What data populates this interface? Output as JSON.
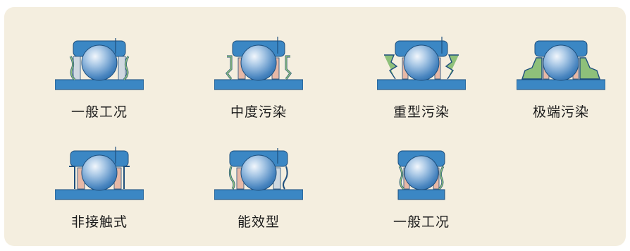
{
  "colors": {
    "panel_background": "#f4eedf",
    "housing_blue": "#3b87c4",
    "housing_outline": "#1e4f7d",
    "seal_green": "#8ec07a",
    "cage_pink": "#e7b8a6",
    "inner_gray": "#cfd8e0",
    "ball_highlight": "#f2f7fc",
    "ball_shadow": "#2e6fad"
  },
  "items": [
    {
      "label": "一般工况",
      "icon": "bearing-seal-general-icon"
    },
    {
      "label": "中度污染",
      "icon": "bearing-seal-moderate-contamination-icon"
    },
    {
      "label": "重型污染",
      "icon": "bearing-seal-heavy-contamination-icon"
    },
    {
      "label": "极端污染",
      "icon": "bearing-seal-extreme-contamination-icon"
    },
    {
      "label": "非接触式",
      "icon": "bearing-seal-non-contact-icon"
    },
    {
      "label": "能效型",
      "icon": "bearing-seal-energy-efficient-icon"
    },
    {
      "label": "一般工况",
      "icon": "bearing-seal-general-narrow-icon"
    }
  ]
}
